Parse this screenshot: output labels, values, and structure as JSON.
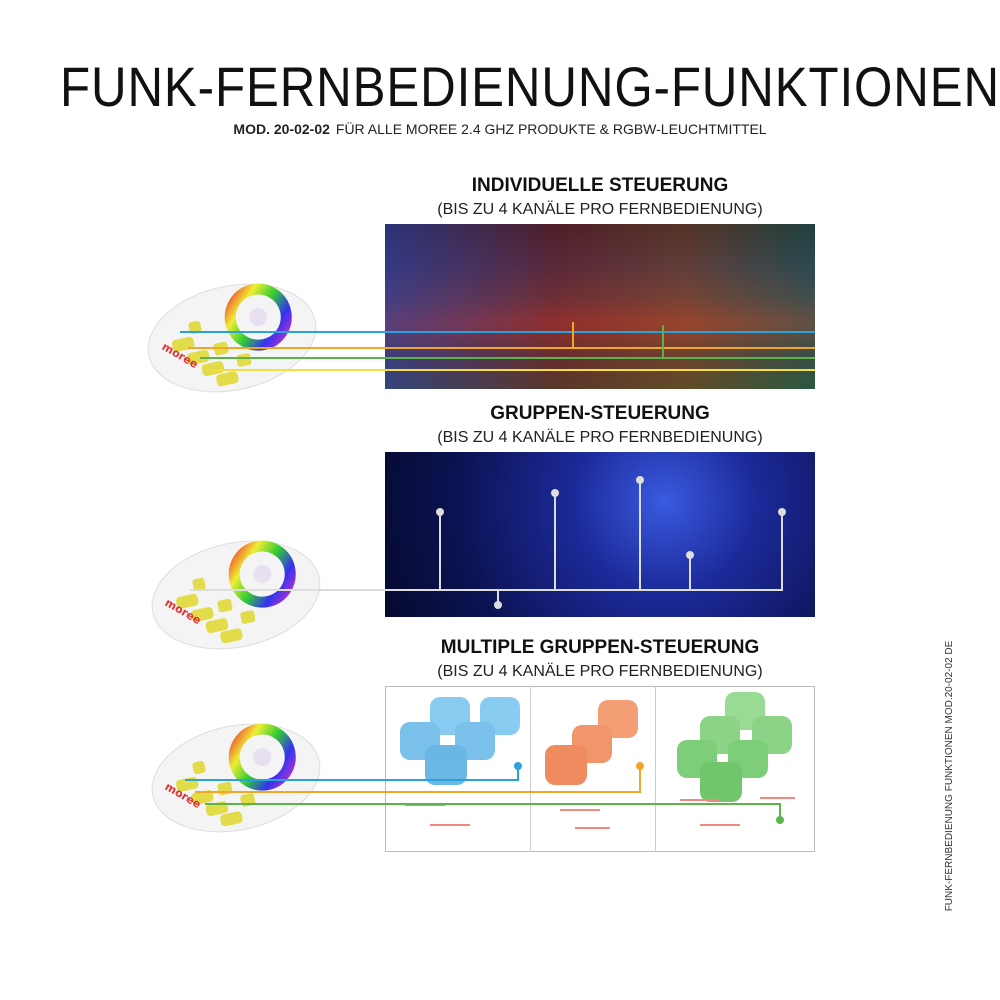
{
  "header": {
    "title": "FUNK-FERNBEDIENUNG-FUNKTIONEN",
    "model": "MOD. 20-02-02",
    "subtitle": "FÜR ALLE MOREE 2.4 GHZ PRODUKTE & RGBW-LEUCHTMITTEL"
  },
  "sections": [
    {
      "title": "INDIVIDUELLE STEUERUNG",
      "subtitle": "(BIS ZU 4 KANÄLE PRO FERNBEDIENUNG)"
    },
    {
      "title": "GRUPPEN-STEUERUNG",
      "subtitle": "(BIS ZU 4 KANÄLE PRO FERNBEDIENUNG)"
    },
    {
      "title": "MULTIPLE GRUPPEN-STEUERUNG",
      "subtitle": "(BIS ZU 4 KANÄLE PRO FERNBEDIENUNG)"
    }
  ],
  "remote": {
    "brand": "moree"
  },
  "side_label": "FUNK-FERNBEDIENUNG FUNKTIONEN MOD.20-02-02 DE",
  "colors": {
    "blue": "#2aa3dd",
    "orange": "#f2a628",
    "green": "#5bb34a",
    "yellow": "#f4e03a"
  }
}
